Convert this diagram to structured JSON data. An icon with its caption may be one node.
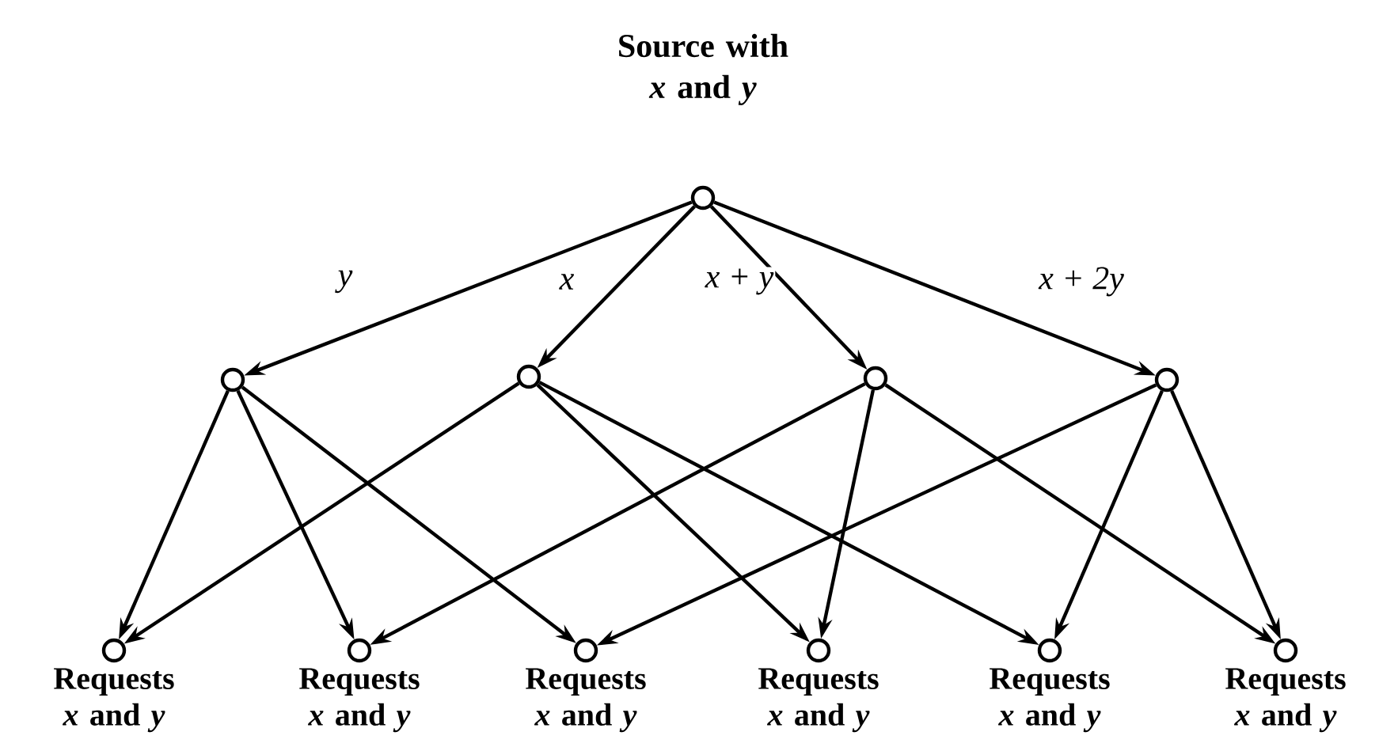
{
  "diagram": {
    "nodes": [
      {
        "text": [
          "Source with *x* and *y*"
        ]
      },
      {
        "text": [],
        "shape": "circle"
      },
      {
        "text": [],
        "shape": "circle"
      },
      {
        "text": [],
        "shape": "circle"
      },
      {
        "text": [],
        "shape": "circle"
      },
      {
        "text": [
          "Requests *x* and *y*"
        ]
      },
      {
        "text": [
          "Requests *x* and *y*"
        ]
      },
      {
        "text": [
          "Requests *x* and *y*"
        ]
      },
      {
        "text": [
          "Requests *x* and *y*"
        ]
      },
      {
        "text": [
          "Requests *x* and *y*"
        ]
      },
      {
        "text": [
          "Requests *x* and *y*"
        ]
      }
    ],
    "edges": [
      {
        "from": 0,
        "to": 1,
        "arrow": "to",
        "label": "y"
      },
      {
        "from": 0,
        "to": 2,
        "arrow": "to",
        "label": "x"
      },
      {
        "from": 0,
        "to": 3,
        "arrow": "to",
        "label": "x + y"
      },
      {
        "from": 0,
        "to": 4,
        "arrow": "to",
        "label": "x + 2y"
      },
      {
        "from": 1,
        "to": 5,
        "arrow": "to"
      },
      {
        "from": 1,
        "to": 6,
        "arrow": "to"
      },
      {
        "from": 1,
        "to": 7,
        "arrow": "to"
      },
      {
        "from": 2,
        "to": 5,
        "arrow": "to"
      },
      {
        "from": 2,
        "to": 8,
        "arrow": "to"
      },
      {
        "from": 2,
        "to": 9,
        "arrow": "to"
      },
      {
        "from": 3,
        "to": 6,
        "arrow": "to"
      },
      {
        "from": 3,
        "to": 8,
        "arrow": "to"
      },
      {
        "from": 3,
        "to": 10,
        "arrow": "to"
      },
      {
        "from": 4,
        "to": 7,
        "arrow": "to"
      },
      {
        "from": 4,
        "to": 9,
        "arrow": "to"
      },
      {
        "from": 4,
        "to": 10,
        "arrow": "to"
      }
    ]
  }
}
